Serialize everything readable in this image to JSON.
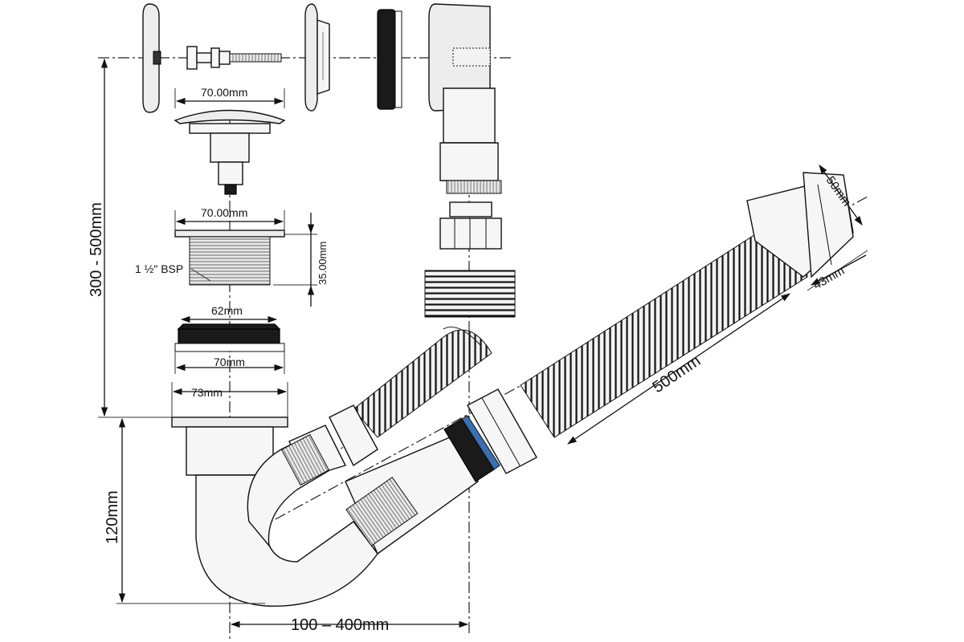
{
  "labels": {
    "d70_top": "70.00mm",
    "d70_mid": "70.00mm",
    "d35": "35.00mm",
    "bsp": "1 ½\" BSP",
    "d62": "62mm",
    "d70": "70mm",
    "d73": "73mm",
    "h300_500": "300 - 500mm",
    "h120": "120mm",
    "w100_400": "100 – 400mm",
    "len500": "500mm",
    "d50": "50mm",
    "d43": "43mm"
  },
  "colors": {
    "line": "#111111",
    "metal": "#ededed",
    "gasket": "#1a1a1a",
    "seal_blue": "#3a6fb0"
  }
}
